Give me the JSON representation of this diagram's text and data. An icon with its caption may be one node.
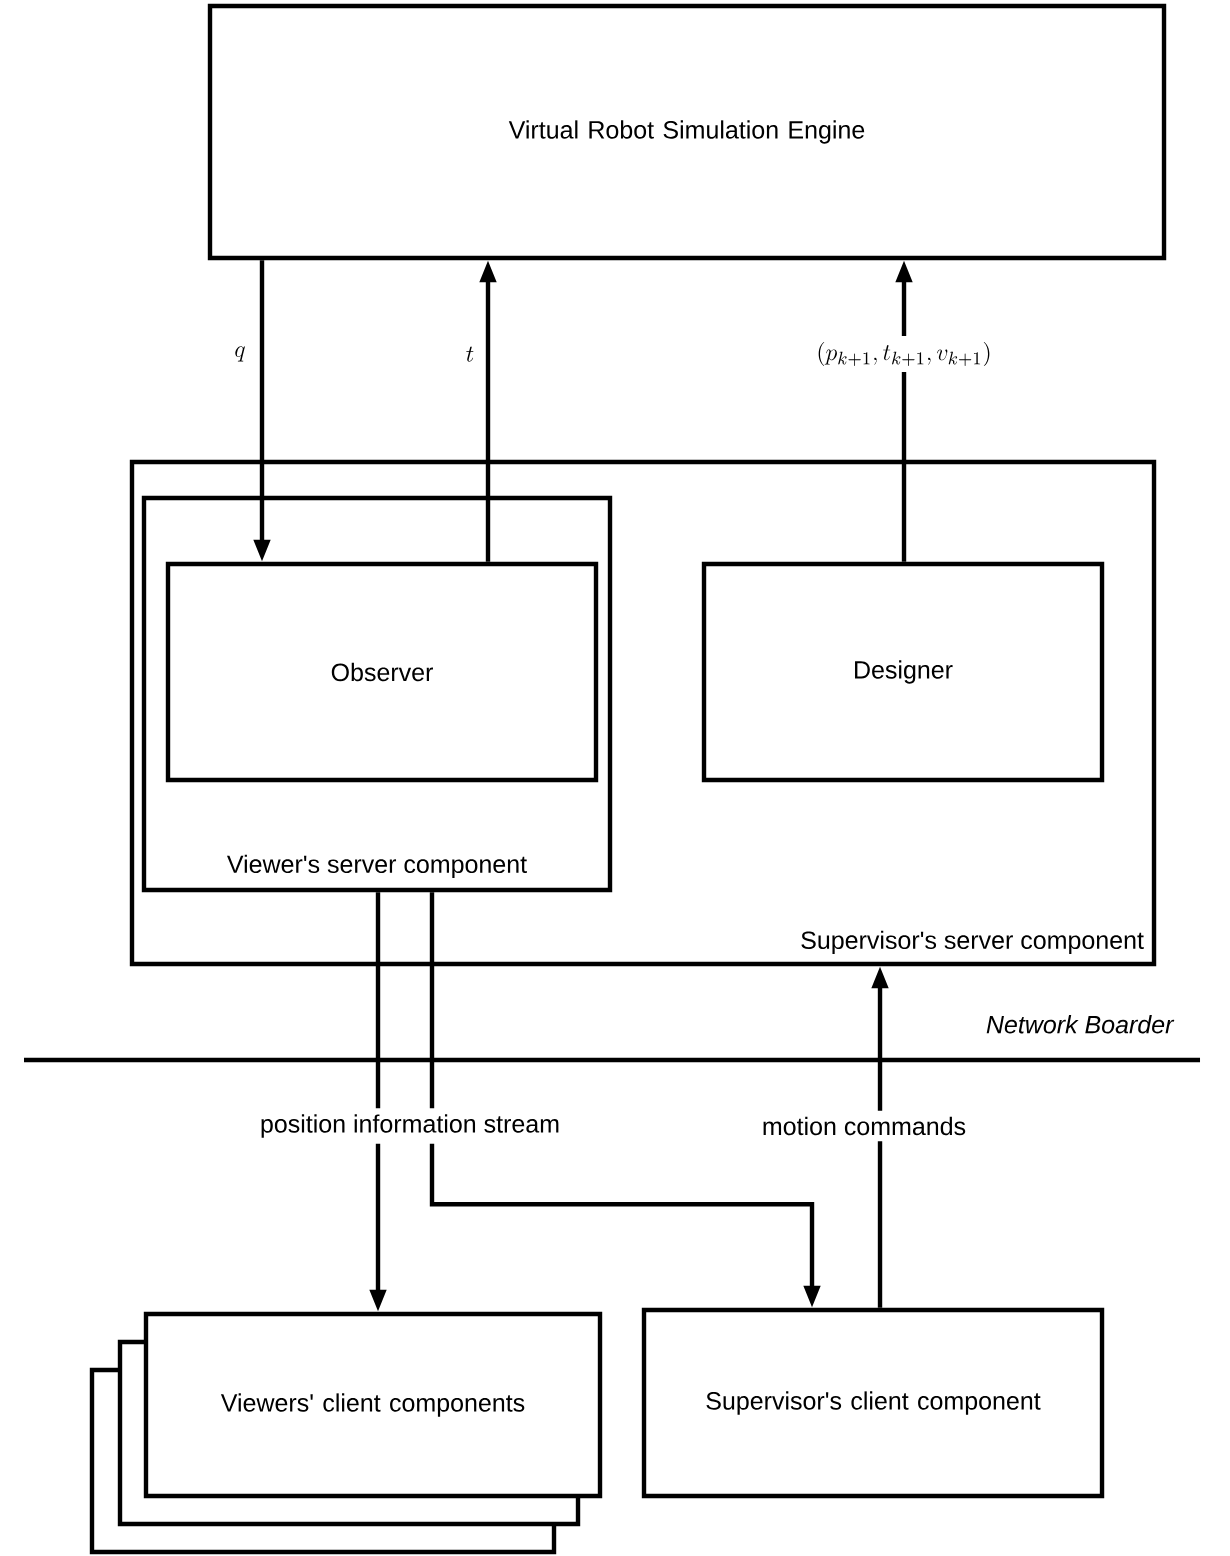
{
  "diagram": {
    "nodes": [
      {
        "text": [
          "Virtual Robot Simulation Engine"
        ]
      },
      {
        "text": [
          "Supervisor's server component"
        ]
      },
      {
        "text": [
          "Viewer's server component"
        ],
        "in": 1
      },
      {
        "text": [
          "Observer"
        ],
        "in": 2
      },
      {
        "text": [
          "Designer"
        ],
        "in": 1
      },
      {
        "text": [
          "Viewers' client components"
        ]
      },
      {
        "text": [
          "Supervisor's client component"
        ]
      }
    ],
    "edges": [
      {
        "from": 0,
        "to": 3,
        "arrow": "to",
        "label": "q"
      },
      {
        "from": 3,
        "to": 0,
        "arrow": "to",
        "label": "t"
      },
      {
        "from": 4,
        "to": 0,
        "arrow": "to",
        "label": "(p_{k+1},t_{k+1},v_{k+1})"
      },
      {
        "from": 2,
        "to": 5,
        "arrow": "to",
        "label": "position information stream"
      },
      {
        "from": 2,
        "to": 6,
        "arrow": "to"
      },
      {
        "from": 6,
        "to": 1,
        "arrow": "to",
        "label": "motion commands"
      }
    ],
    "labels": [
      "Network Boarder"
    ]
  }
}
